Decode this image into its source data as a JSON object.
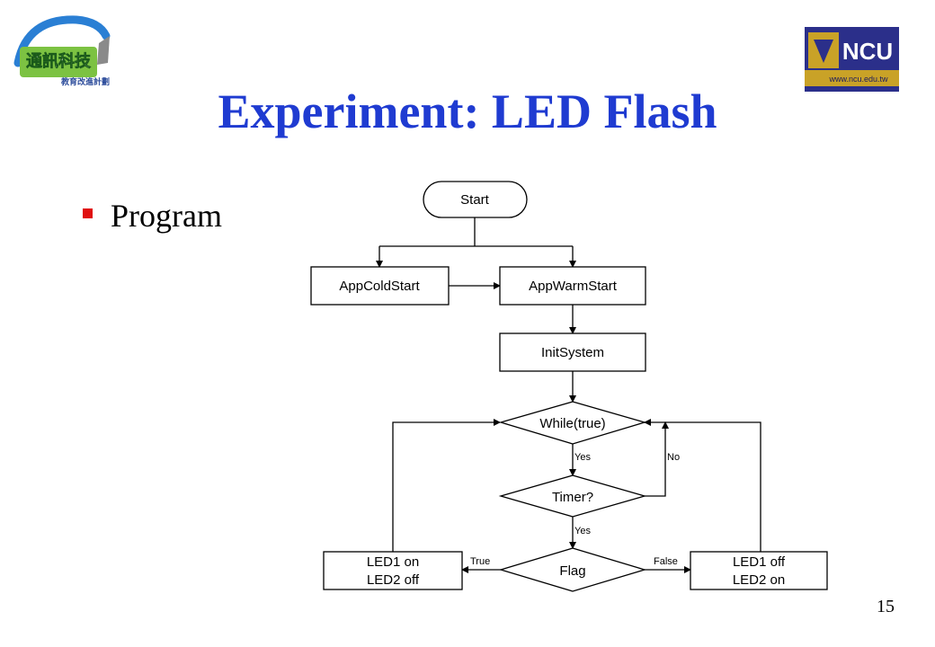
{
  "slide": {
    "title": "Experiment: LED Flash",
    "bullet": "Program",
    "page_number": "15"
  },
  "logos": {
    "left_text": "通訊科技",
    "left_subtext": "教育改進計劃",
    "right_text": "NCU",
    "right_url": "www.ncu.edu.tw"
  },
  "flowchart": {
    "start": "Start",
    "cold_start": "AppColdStart",
    "warm_start": "AppWarmStart",
    "init": "InitSystem",
    "loop": "While(true)",
    "timer": "Timer?",
    "flag": "Flag",
    "led_on_line1": "LED1 on",
    "led_on_line2": "LED2 off",
    "led_off_line1": "LED1 off",
    "led_off_line2": "LED2 on",
    "yes_loop": "Yes",
    "no_timer": "No",
    "yes_timer": "Yes",
    "true_label": "True",
    "false_label": "False"
  },
  "colors": {
    "title": "#1f3bd1",
    "bullet": "#e01010"
  }
}
